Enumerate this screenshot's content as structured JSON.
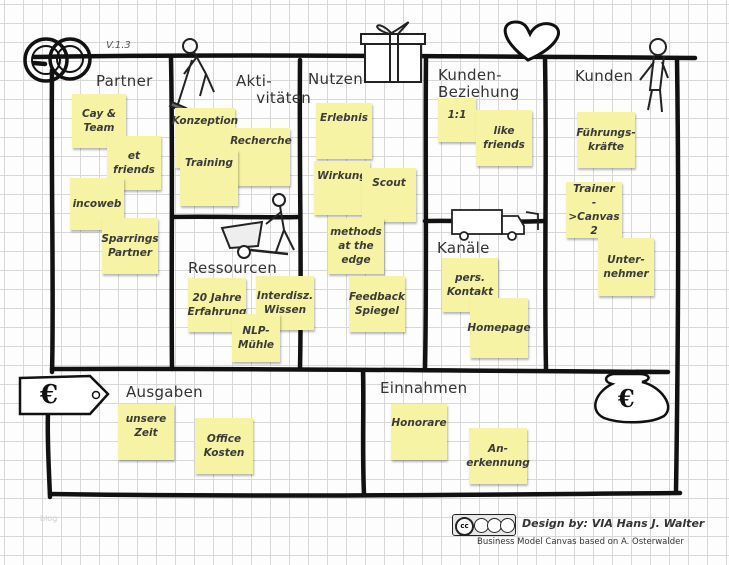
{
  "version": "V.1.3",
  "sections": {
    "partner": "Partner",
    "aktivitaeten": "Akti-\n    vitäten",
    "nutzen": "Nutzen",
    "beziehung": "Kunden-\nBeziehung",
    "kunden": "Kunden",
    "ressourcen": "Ressourcen",
    "kanaele": "Kanäle",
    "ausgaben": "Ausgaben",
    "einnahmen": "Einnahmen"
  },
  "notes": {
    "cay": "Cay &\nTeam",
    "et": "et\nfriends",
    "incoweb": "incoweb",
    "sparrings": "Sparrings\nPartner",
    "konzeption": "Konzeption",
    "training": "Training",
    "recherche": "Recherche",
    "erlebnis": "Erlebnis",
    "wirkung": "Wirkung",
    "scout": "Scout",
    "methods": "methods\nat the\nedge",
    "feedback": "Feedback\nSpiegel",
    "eins": "1:1",
    "like": "like\nfriends",
    "fuehrung": "Führungs-\nkräfte",
    "trainer": "Trainer\n->Canvas\n2",
    "unternehmer": "Unter-\nnehmer",
    "jahre": "20 Jahre\nErfahrung",
    "interdisz": "Interdisz.\nWissen",
    "nlp": "NLP-\nMühle",
    "kontakt": "pers.\nKontakt",
    "homepage": "Homepage",
    "zeit": "unsere\nZeit",
    "office": "Office\nKosten",
    "honorare": "Honorare",
    "anerkennung": "An-\nerkennung"
  },
  "icons": {
    "euro_tag_symbol": "€",
    "money_bag_symbol": "€"
  },
  "credit": {
    "main": "Design by: VIA Hans J. Walter",
    "sub": "Business Model Canvas based on A. Osterwalder",
    "blog": "blog",
    "cc_label": "cc"
  },
  "colors": {
    "note": "#f7f3a4",
    "line": "#111111",
    "grid": "#d8d8d8"
  }
}
